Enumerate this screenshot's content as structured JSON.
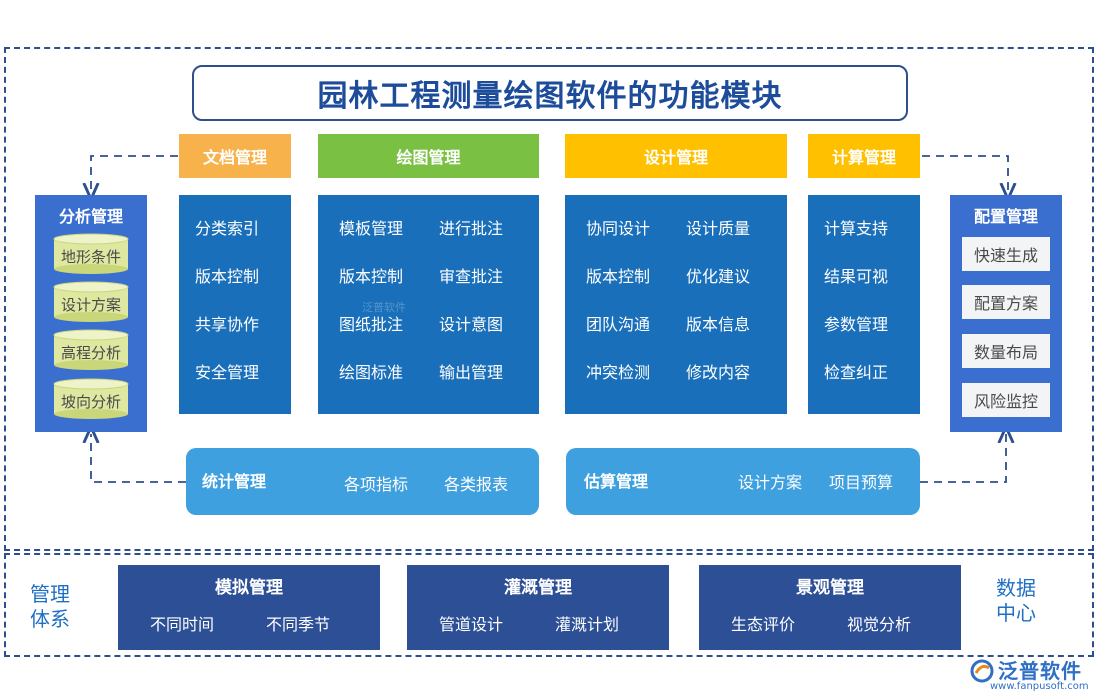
{
  "title": "园林工程测量绘图软件的功能模块",
  "colors": {
    "frame": "#2e4f8c",
    "doc": "#f7b24c",
    "draw": "#7ac143",
    "design": "#ffc000",
    "calc": "#ffc000",
    "column": "#1a6fba",
    "side": "#3a6fd0",
    "bar": "#3fa0e0",
    "bottom": "#2c4f95"
  },
  "columns": [
    {
      "header": "文档管理",
      "items": [
        "分类索引",
        "版本控制",
        "共享协作",
        "安全管理"
      ]
    },
    {
      "header": "绘图管理",
      "items": [
        "模板管理",
        "进行批注",
        "版本控制",
        "审查批注",
        "图纸批注",
        "设计意图",
        "绘图标准",
        "输出管理"
      ]
    },
    {
      "header": "设计管理",
      "items": [
        "协同设计",
        "设计质量",
        "版本控制",
        "优化建议",
        "团队沟通",
        "版本信息",
        "冲突检测",
        "修改内容"
      ]
    },
    {
      "header": "计算管理",
      "items": [
        "计算支持",
        "结果可视",
        "参数管理",
        "检查纠正"
      ]
    }
  ],
  "analysis": {
    "title": "分析管理",
    "items": [
      "地形条件",
      "设计方案",
      "高程分析",
      "坡向分析"
    ]
  },
  "config": {
    "title": "配置管理",
    "items": [
      "快速生成",
      "配置方案",
      "数量布局",
      "风险监控"
    ]
  },
  "stats": {
    "title": "统计管理",
    "items": [
      "各项指标",
      "各类报表"
    ]
  },
  "estimate": {
    "title": "估算管理",
    "items": [
      "设计方案",
      "项目预算"
    ]
  },
  "bottom": {
    "left_label_1": "管理",
    "left_label_2": "体系",
    "right_label_1": "数据",
    "right_label_2": "中心",
    "boxes": [
      {
        "title": "模拟管理",
        "items": [
          "不同时间",
          "不同季节"
        ]
      },
      {
        "title": "灌溉管理",
        "items": [
          "管道设计",
          "灌溉计划"
        ]
      },
      {
        "title": "景观管理",
        "items": [
          "生态评价",
          "视觉分析"
        ]
      }
    ]
  },
  "watermark": "泛普软件",
  "logo": {
    "name": "泛普软件",
    "url": "www.fanpusoft.com"
  }
}
